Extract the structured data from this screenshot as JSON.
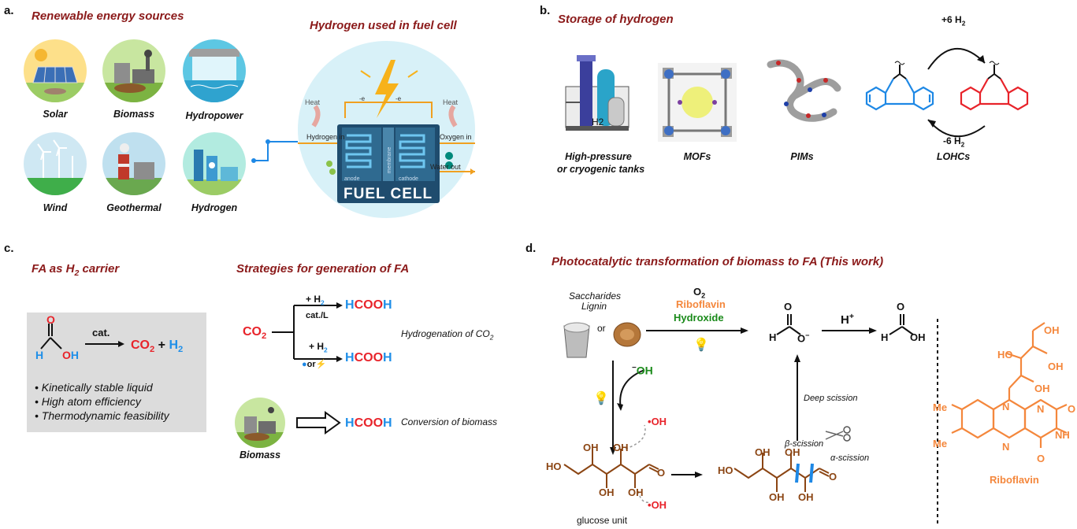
{
  "panel_a": {
    "letter": "a.",
    "title_sources": "Renewable energy sources",
    "title_fuel_cell": "Hydrogen used in fuel cell",
    "sources": [
      "Solar",
      "Biomass",
      "Hydropower",
      "Wind",
      "Geothermal",
      "Hydrogen"
    ],
    "fuel_cell": {
      "heat_left": "Heat",
      "heat_right": "Heat",
      "hydrogen_in": "Hydrogen in",
      "oxygen_in": "Oxygen in",
      "water_out": "Water out",
      "anode": "anode",
      "membrane": "membrane",
      "cathode": "cathode",
      "label": "FUEL CELL",
      "electron": "-e"
    }
  },
  "panel_b": {
    "letter": "b.",
    "title": "Storage of hydrogen",
    "items": [
      "High-pressure",
      "or cryogenic tanks",
      "MOFs",
      "PIMs",
      "LOHCs"
    ],
    "tank_label": "H2",
    "plus_h2": "+6 H",
    "minus_h2": "-6 H",
    "sub2": "2"
  },
  "panel_c": {
    "letter": "c.",
    "title_fa": "FA as H",
    "title_fa_sub": "2",
    "title_fa_end": " carrier",
    "title_strategies": "Strategies for generation of FA",
    "cat": "cat.",
    "co2_h2": "CO",
    "bullets": [
      "• Kinetically stable liquid",
      "• High atom efficiency",
      "• Thermodynamic feasibility"
    ],
    "co2_label": "CO",
    "plus_h2": "+ H",
    "cat_l": "cat./L",
    "or": "or",
    "hcooh": [
      "H",
      "COO",
      "H"
    ],
    "hydrogenation": "Hydrogenation of CO",
    "biomass": "Biomass",
    "conversion": "Conversion of biomass"
  },
  "panel_d": {
    "letter": "d.",
    "title": "Photocatalytic transformation of biomass to FA (This work)",
    "saccharides": "Saccharides",
    "lignin": "Lignin",
    "or": "or",
    "o2": "O",
    "riboflavin_reagent": "Riboflavin",
    "hydroxide": "Hydroxide",
    "h_plus": "H",
    "plus": "+",
    "hydroxide_ion": "OH",
    "radical_oh": "OH",
    "deep_scission": "Deep scission",
    "beta_scission": "β-scission",
    "alpha_scission": "α-scission",
    "glucose_unit": "glucose unit",
    "riboflavin_label": "Riboflavin",
    "me": "Me"
  }
}
